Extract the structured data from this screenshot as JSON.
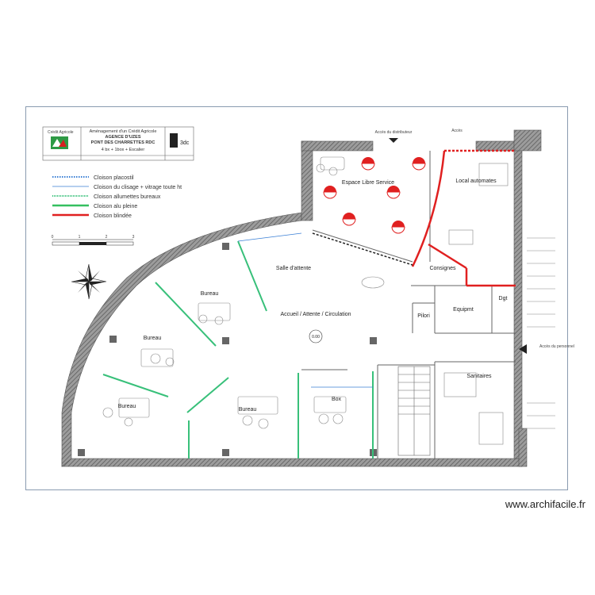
{
  "title_block": {
    "brand_small": "Crédit Agricole",
    "line1": "Aménagement d'un Crédit Agricole",
    "line2": "AGENCE D'UZES",
    "line3": "PONT DES CHARRETTES RDC",
    "line4": "4 bx + 1box + Escalier",
    "logo_text": "3dc",
    "colors": {
      "logo_green": "#2e9a45",
      "logo_red": "#d62020"
    }
  },
  "legend": {
    "items": [
      {
        "label": "Cloison placostil",
        "color": "#3a7fd5",
        "style": "dotted"
      },
      {
        "label": "Cloison du clisage + vitrage toute ht",
        "color": "#3a7fd5",
        "style": "thin"
      },
      {
        "label": "Cloison allumettes bureaux",
        "color": "#38c07a",
        "style": "hatch"
      },
      {
        "label": "Cloison alu pleine",
        "color": "#35c060",
        "style": "solid"
      },
      {
        "label": "Cloison blindée",
        "color": "#e02020",
        "style": "solid"
      }
    ],
    "scale": [
      "0",
      "1",
      "2",
      "3"
    ]
  },
  "rooms": {
    "espace_libre": "Espace Libre Service",
    "local_automates": "Local automates",
    "salle_attente": "Salle d'attente",
    "bureau_1": "Bureau",
    "bureau_2": "Bureau",
    "bureau_3": "Bureau",
    "bureau_4": "Bureau",
    "accueil": "Accueil / Attente / Circulation",
    "consignes": "Consignes",
    "equipement": "Equipmt",
    "dgt": "Dgt",
    "pilori": "Pilori",
    "box": "Box",
    "sanitaires": "Sanitaires"
  },
  "level_mark": "0.00",
  "annotations": {
    "acces_du_distributeur": "Accès du distributeur",
    "acces_du_personnel": "Accès du personnel",
    "acces": "Accès"
  },
  "watermark": "www.archifacile.fr",
  "colors": {
    "wall": "#7a7a7a",
    "armored": "#e02020",
    "glass": "#3a7fd5",
    "alu": "#38c07a"
  }
}
